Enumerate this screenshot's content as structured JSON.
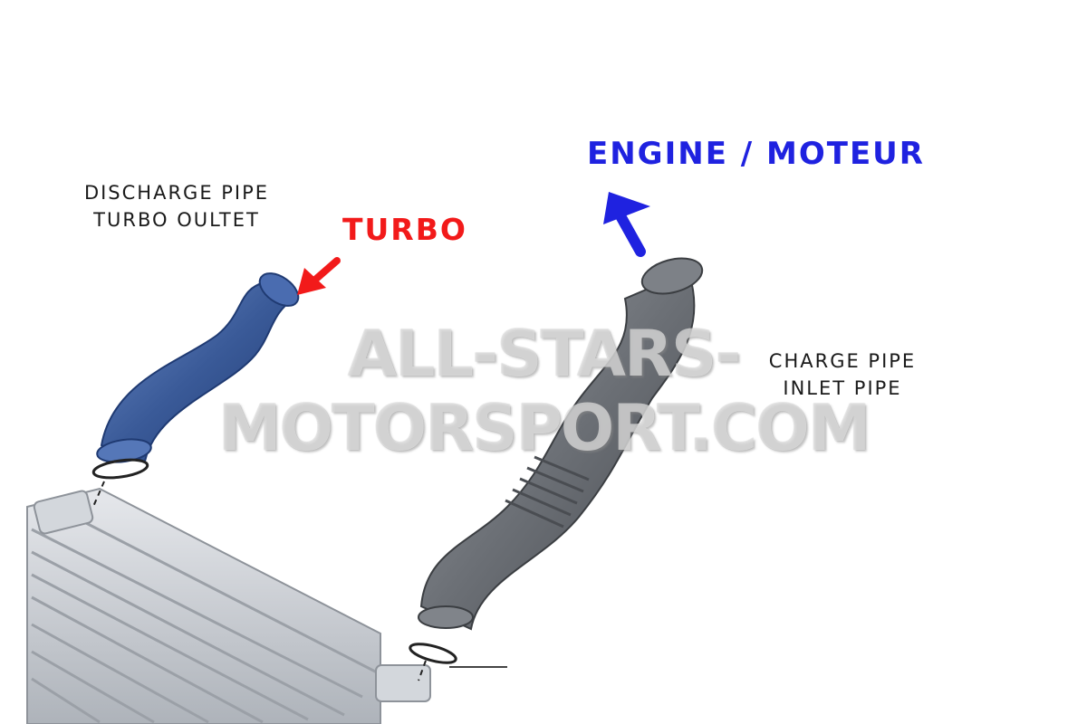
{
  "labels": {
    "discharge_line1": "DISCHARGE PIPE",
    "discharge_line2": "TURBO OULTET",
    "turbo": "TURBO",
    "engine": "ENGINE / MOTEUR",
    "charge_line1": "CHARGE PIPE",
    "charge_line2": "INLET PIPE"
  },
  "watermark": "ALL-STARS-MOTORSPORT.COM",
  "colors": {
    "turbo_label": "#f21a1a",
    "engine_label": "#1f22e0",
    "discharge_pipe": "#3d5f9e",
    "charge_pipe": "#6e7278",
    "intercooler": "#c8ccd2"
  },
  "icons": {
    "turbo_arrow": "red-arrow-icon",
    "engine_arrow": "blue-arrow-icon"
  }
}
